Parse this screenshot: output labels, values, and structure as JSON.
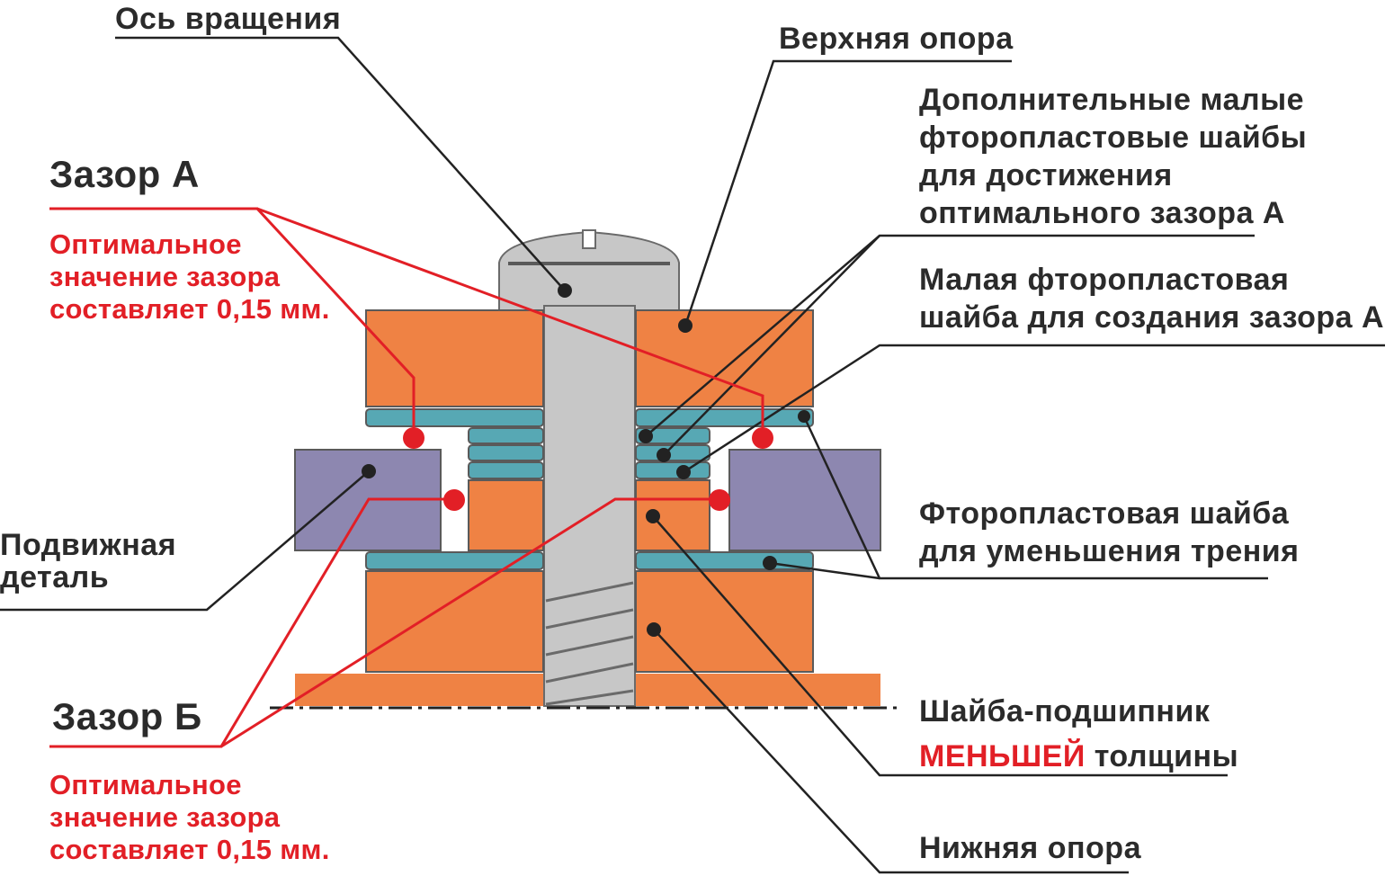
{
  "labels": {
    "axis": "Ось вращения",
    "upper_support": "Верхняя опора",
    "extra_washers": [
      "Дополнительные малые",
      "фторопластовые шайбы",
      "для достижения",
      "оптимального зазора А"
    ],
    "small_washer": [
      "Малая фторопластовая",
      "шайба для создания зазора А"
    ],
    "friction_washer": [
      "Фторопластовая шайба",
      "для уменьшения трения"
    ],
    "bearing_washer_line1": "Шайба-подшипник",
    "bearing_washer_emph": "МЕНЬШЕЙ",
    "bearing_washer_rest": " толщины",
    "lower_support": "Нижняя опора",
    "moving_part": [
      "Подвижная",
      "деталь"
    ],
    "gap_a_title": "Зазор А",
    "gap_a_note": [
      "Оптимальное",
      "значение зазора",
      "составляет 0,15 мм."
    ],
    "gap_b_title": "Зазор Б",
    "gap_b_note": [
      "Оптимальное",
      "значение зазора",
      "составляет 0,15 мм."
    ]
  },
  "colors": {
    "support": "#ef8244",
    "washer": "#57a8b4",
    "moving": "#8d87b0",
    "bolt": "#c7c7c7",
    "outline": "#5a5a5a",
    "leader": "#222222",
    "accent": "#e21f26"
  }
}
